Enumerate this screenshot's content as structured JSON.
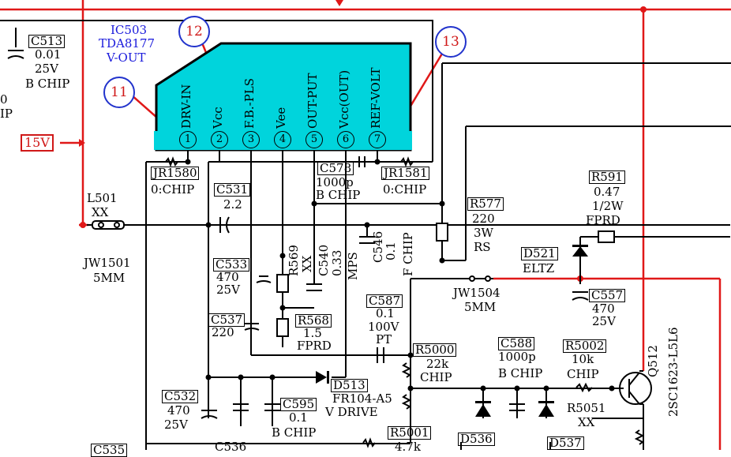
{
  "ic": {
    "ref": "IC503",
    "part": "TDA8177",
    "func": "V-OUT",
    "pins": [
      {
        "n": "1",
        "name": "DRV-IN"
      },
      {
        "n": "2",
        "name": "Vcc"
      },
      {
        "n": "3",
        "name": "F.B.-PLS"
      },
      {
        "n": "4",
        "name": "Vee"
      },
      {
        "n": "5",
        "name": "OUT-PUT"
      },
      {
        "n": "6",
        "name": "Vcc(OUT)"
      },
      {
        "n": "7",
        "name": "REF-VOLT"
      }
    ]
  },
  "callouts": [
    "11",
    "12",
    "13"
  ],
  "supply": "15V",
  "parts": {
    "c513": {
      "ref": "C513",
      "v1": "0.01",
      "v2": "25V",
      "v3": "B CHIP"
    },
    "cut_left": {
      "a": "0",
      "b": "IP"
    },
    "jr1580": {
      "ref": "JR1580",
      "val": "0:CHIP"
    },
    "jr1581": {
      "ref": "JR1581",
      "val": "0:CHIP"
    },
    "c578": {
      "ref": "C578",
      "val": "1000p",
      "type": "B CHIP"
    },
    "l501": {
      "ref": "L501",
      "val": "XX"
    },
    "jw1501": {
      "ref": "JW1501",
      "val": "5MM"
    },
    "c531": {
      "ref": "C531",
      "val": "2.2"
    },
    "c533": {
      "ref": "C533",
      "v1": "470",
      "v2": "25V"
    },
    "r569": {
      "ref": "R569",
      "val": "XX"
    },
    "c540": {
      "ref": "C540",
      "val": "0.33",
      "type": "MPS"
    },
    "c546": {
      "ref": "C546",
      "val": "0.1",
      "type": "F CHIP"
    },
    "r577": {
      "ref": "R577",
      "v1": "220",
      "v2": "3W",
      "v3": "RS"
    },
    "r591": {
      "ref": "R591",
      "v1": "0.47",
      "v2": "1/2W",
      "v3": "FPRD"
    },
    "d521": {
      "ref": "D521",
      "val": "ELTZ"
    },
    "jw1504": {
      "ref": "JW1504",
      "val": "5MM"
    },
    "c557": {
      "ref": "C557",
      "v1": "470",
      "v2": "25V"
    },
    "c537": {
      "ref": "C537",
      "val": "220"
    },
    "r568": {
      "ref": "R568",
      "v1": "1.5",
      "v2": "FPRD"
    },
    "c587": {
      "ref": "C587",
      "v1": "0.1",
      "v2": "100V",
      "v3": "PT"
    },
    "r5000": {
      "ref": "R5000",
      "v1": "22k",
      "v2": "CHIP"
    },
    "c588": {
      "ref": "C588",
      "v1": "1000p",
      "v2": "B CHIP"
    },
    "r5002": {
      "ref": "R5002",
      "v1": "10k",
      "v2": "CHIP"
    },
    "q512": {
      "ref": "Q512",
      "part": "2SC1623-L5L6"
    },
    "d513": {
      "ref": "D513",
      "part": "FR104-A5",
      "func": "V DRIVE"
    },
    "c532": {
      "ref": "C532",
      "v1": "470",
      "v2": "25V"
    },
    "c595": {
      "ref": "C595",
      "v1": "0.1",
      "v2": "B CHIP"
    },
    "r5051": {
      "ref": "R5051",
      "val": "XX"
    },
    "r5001": {
      "ref": "R5001",
      "val": "4.7k"
    },
    "d536": {
      "ref": "D536"
    },
    "d537": {
      "ref": "D537"
    },
    "c536": {
      "ref": "C536"
    },
    "c535": {
      "ref": "C535"
    }
  },
  "colors": {
    "ic_fill": "#00d4dc",
    "red_wire": "#e01818",
    "callout_ring": "#2233cc",
    "ic_label": "#1a1adc"
  }
}
